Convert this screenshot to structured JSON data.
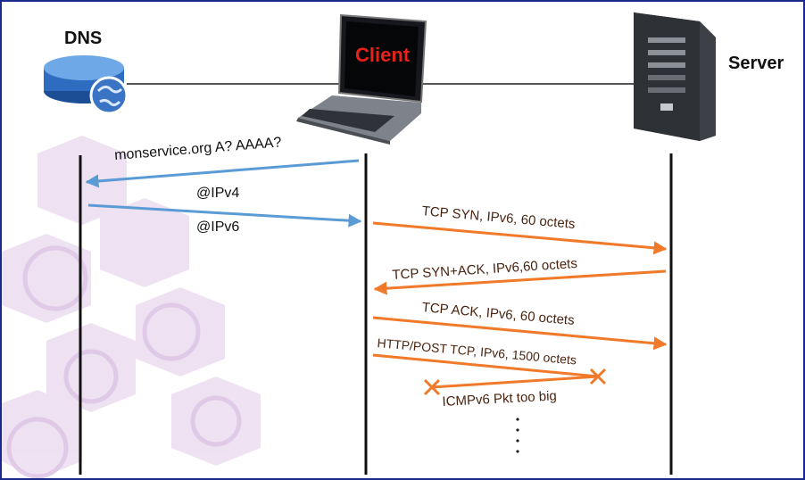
{
  "entities": {
    "dns": "DNS",
    "client": "Client",
    "server": "Server"
  },
  "messages": [
    {
      "text": "monservice.org A? AAAA?",
      "color": "#5b9bd5"
    },
    {
      "text": "@IPv4",
      "color": "#5b9bd5"
    },
    {
      "text": "@IPv6",
      "color": "#5b9bd5"
    },
    {
      "text": "TCP SYN, IPv6, 60 octets",
      "color": "#f07a2a"
    },
    {
      "text": "TCP SYN+ACK, IPv6,60 octets",
      "color": "#f07a2a"
    },
    {
      "text": "TCP ACK, IPv6, 60 octets",
      "color": "#f07a2a"
    },
    {
      "text": "HTTP/POST TCP, IPv6, 1500 octets",
      "color": "#f07a2a"
    },
    {
      "text": "ICMPv6 Pkt too big",
      "color": "#f07a2a"
    }
  ],
  "colors": {
    "ipv_arrow": "#5b9bd5",
    "tcp_arrow": "#f07a2a",
    "frame": "#1a2a8a",
    "client_text": "#e8211a"
  }
}
